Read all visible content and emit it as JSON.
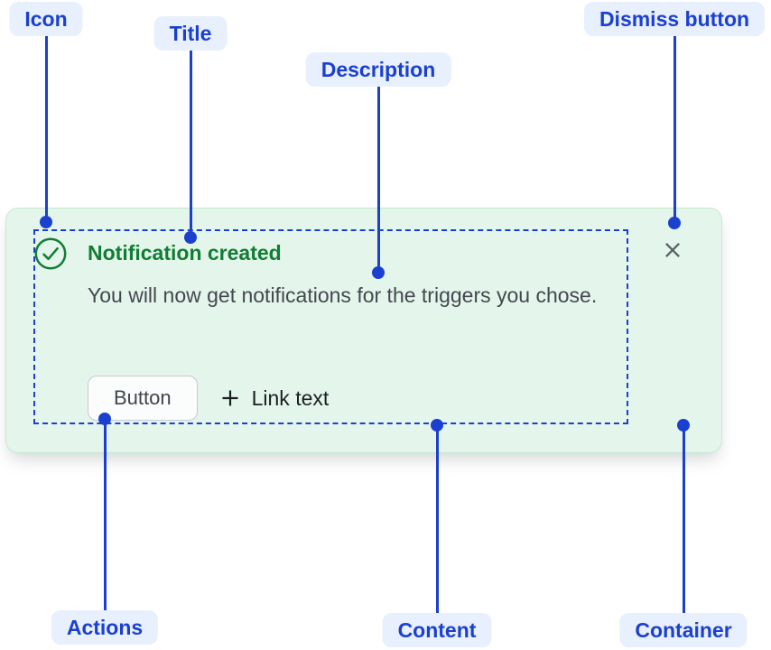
{
  "annotations": {
    "icon": {
      "label": "Icon"
    },
    "title": {
      "label": "Title"
    },
    "description": {
      "label": "Description"
    },
    "dismiss": {
      "label": "Dismiss button"
    },
    "actions": {
      "label": "Actions"
    },
    "content": {
      "label": "Content"
    },
    "container": {
      "label": "Container"
    }
  },
  "notification": {
    "title": "Notification created",
    "description": "You will now get notifications for the triggers you chose.",
    "actions": {
      "button_label": "Button",
      "link_label": "Link text"
    },
    "icons": {
      "status": "check-circle-icon",
      "link_prefix": "plus-icon",
      "dismiss": "close-icon"
    }
  },
  "colors": {
    "annotation_blue": "#1B40D0",
    "annotation_pill_bg": "#E8EFFD",
    "success_green": "#117D33",
    "card_bg": "#E4F6EB",
    "card_border": "#C5E9D0",
    "description_text": "#44474F",
    "button_border": "#C6CAD1",
    "button_bg": "#FBFCFC",
    "button_text": "#3F444D",
    "link_text": "#1B1F24",
    "dismiss_gray": "#5A6067"
  }
}
